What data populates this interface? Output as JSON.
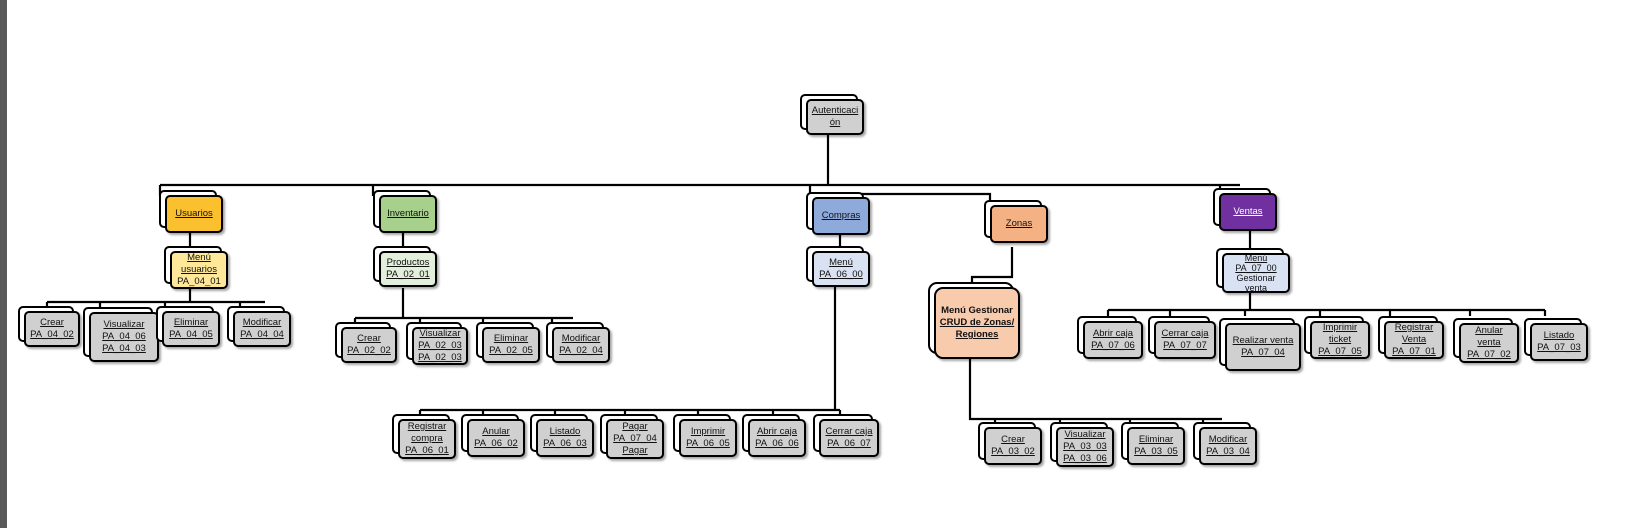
{
  "nodes": {
    "root": {
      "lines": [
        "Autenticaci",
        "ón"
      ]
    },
    "usuarios": {
      "lines": [
        "Usuarios"
      ]
    },
    "menu_usuarios": {
      "lines": [
        "Menú",
        "usuarios",
        "PA_04_01"
      ]
    },
    "u_crear": {
      "lines": [
        "Crear",
        "PA_04_02"
      ]
    },
    "u_visualizar": {
      "lines": [
        "Visualizar",
        "PA_04_06",
        "PA_04_03"
      ]
    },
    "u_eliminar": {
      "lines": [
        "Eliminar",
        "PA_04_05"
      ]
    },
    "u_modificar": {
      "lines": [
        "Modificar",
        "PA_04_04"
      ]
    },
    "inventario": {
      "lines": [
        "Inventario"
      ]
    },
    "productos": {
      "lines": [
        "Productos",
        "PA_02_01"
      ]
    },
    "i_crear": {
      "lines": [
        "Crear",
        "PA_02_02"
      ]
    },
    "i_visualizar": {
      "lines": [
        "Visualizar",
        "PA_02_03",
        "PA_02_03"
      ]
    },
    "i_eliminar": {
      "lines": [
        "Eliminar",
        "PA_02_05"
      ]
    },
    "i_modificar": {
      "lines": [
        "Modificar",
        "PA_02_04"
      ]
    },
    "compras": {
      "lines": [
        "Compras"
      ]
    },
    "menu_compras": {
      "lines": [
        "Menú",
        "PA_06_00"
      ]
    },
    "c_registrar": {
      "lines": [
        "Registrar",
        "compra",
        "PA_06_01"
      ]
    },
    "c_anular": {
      "lines": [
        "Anular",
        "PA_06_02"
      ]
    },
    "c_listado": {
      "lines": [
        "Listado",
        "PA_06_03"
      ]
    },
    "c_pagar": {
      "lines": [
        "Pagar",
        "PA_07_04",
        "Pagar"
      ]
    },
    "c_imprimir": {
      "lines": [
        "Imprimir",
        "PA_06_05"
      ]
    },
    "c_abrir": {
      "lines": [
        "Abrir caja",
        "PA_06_06"
      ]
    },
    "c_cerrar": {
      "lines": [
        "Cerrar caja",
        "PA_06_07"
      ]
    },
    "zonas": {
      "lines": [
        "Zonas"
      ]
    },
    "menu_zonas": {
      "lines": [
        "Menú Gestionar",
        "CRUD de Zonas/",
        "Regiones"
      ]
    },
    "z_crear": {
      "lines": [
        "Crear",
        "PA_03_02"
      ]
    },
    "z_visualizar": {
      "lines": [
        "Visualizar",
        "PA_03_03",
        "PA_03_06"
      ]
    },
    "z_eliminar": {
      "lines": [
        "Eliminar",
        "PA_03_05"
      ]
    },
    "z_modificar": {
      "lines": [
        "Modificar",
        "PA_03_04"
      ]
    },
    "ventas": {
      "lines": [
        "Ventas"
      ]
    },
    "menu_ventas": {
      "lines": [
        "Menú",
        "PA_07_00",
        "Gestionar",
        "venta"
      ]
    },
    "v_abrir": {
      "lines": [
        "Abrir caja",
        "PA_07_06"
      ]
    },
    "v_cerrar": {
      "lines": [
        "Cerrar caja",
        "PA_07_07"
      ]
    },
    "v_realizar": {
      "lines": [
        "Realizar venta",
        "PA_07_04"
      ]
    },
    "v_imprimir": {
      "lines": [
        "Imprimir",
        "ticket",
        "PA_07_05"
      ]
    },
    "v_registrar": {
      "lines": [
        "Registrar",
        "Venta",
        "PA_07_01"
      ]
    },
    "v_anular": {
      "lines": [
        "Anular",
        "venta",
        "PA_07_02"
      ]
    },
    "v_listado": {
      "lines": [
        "Listado",
        "PA_07_03"
      ]
    }
  },
  "colors": {
    "gray": "#d0d0d0",
    "yellow": "#fbc02d",
    "light_yellow": "#ffe89a",
    "green": "#a8d08d",
    "light_green": "#e2efda",
    "blue": "#8eaadb",
    "light_blue": "#d9e2f3",
    "orange": "#f4b183",
    "light_orange": "#f8cbad",
    "purple": "#7030a0"
  }
}
